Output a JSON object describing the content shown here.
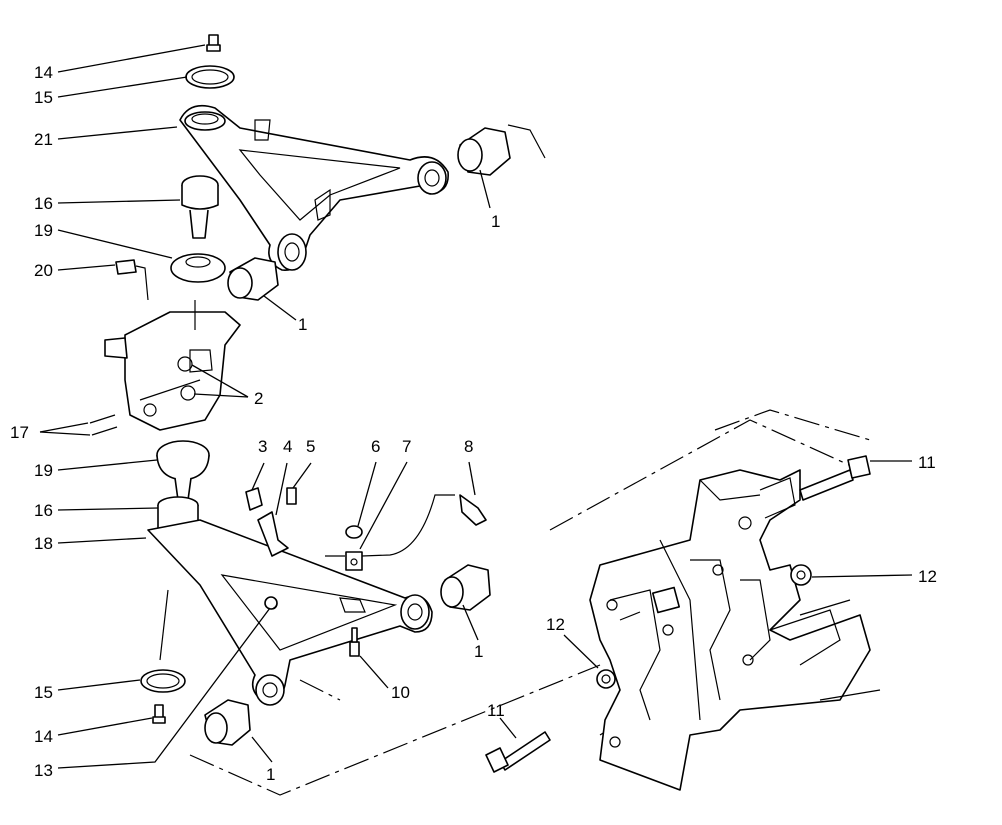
{
  "callouts": {
    "c14_top": "14",
    "c15_top": "15",
    "c21": "21",
    "c16_top": "16",
    "c19_top": "19",
    "c20": "20",
    "c1_upper_right": "1",
    "c1_upper_left": "1",
    "c2": "2",
    "c17": "17",
    "c19_bottom": "19",
    "c16_bottom": "16",
    "c18": "18",
    "c3": "3",
    "c4": "4",
    "c5": "5",
    "c6": "6",
    "c7": "7",
    "c8": "8",
    "c1_lower_right": "1",
    "c10": "10",
    "c15_bottom": "15",
    "c14_bottom": "14",
    "c13": "13",
    "c1_lower_left": "1",
    "c11_top": "11",
    "c12_right": "12",
    "c12_left": "12",
    "c11_bottom": "11"
  }
}
